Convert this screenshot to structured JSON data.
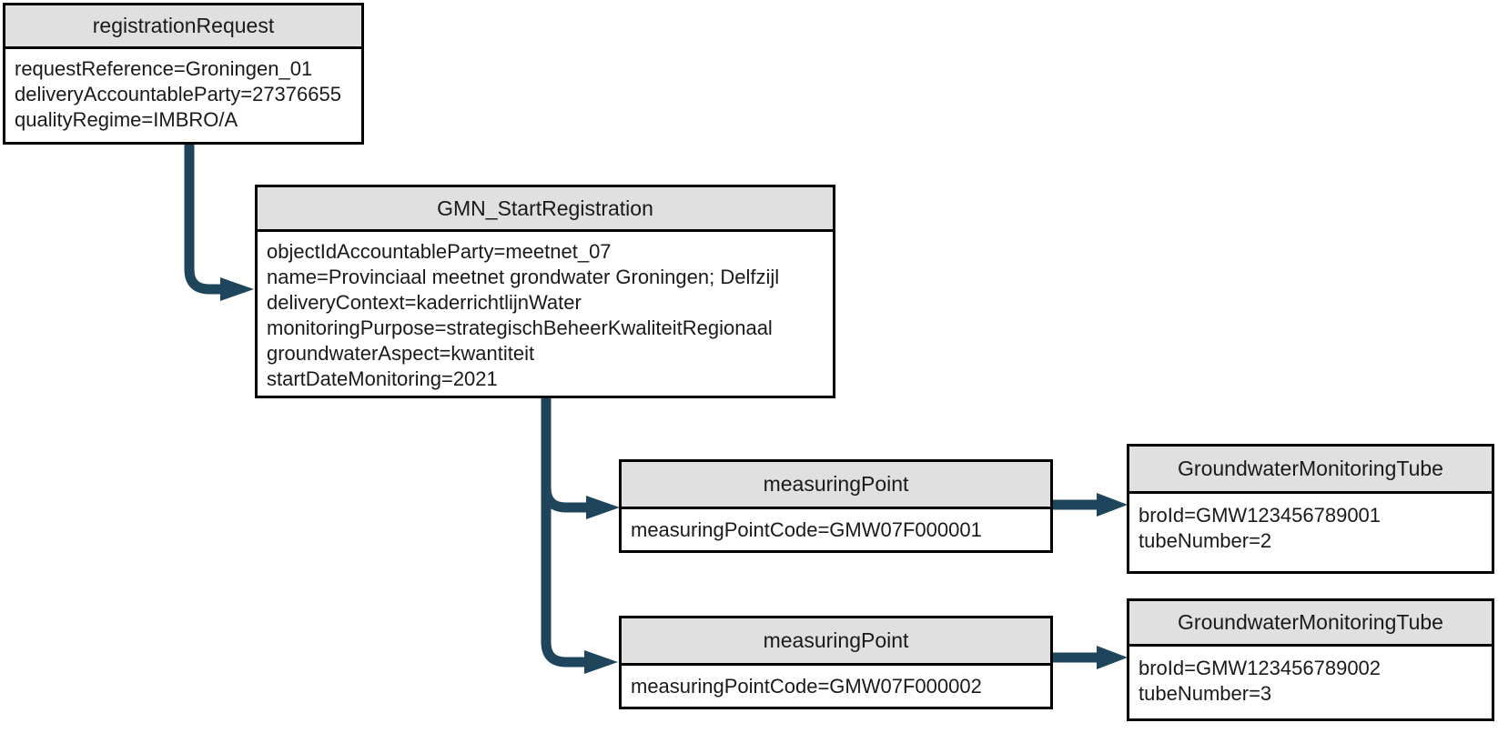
{
  "colors": {
    "arrow": "#1F455C",
    "node_border": "#000000",
    "header_fill": "#E0E0E0",
    "body_fill": "#FFFFFF",
    "text": "#1A1A1A"
  },
  "nodes": [
    {
      "title": "registrationRequest",
      "fields": [
        "requestReference=Groningen_01",
        "deliveryAccountableParty=27376655",
        "qualityRegime=IMBRO/A"
      ]
    },
    {
      "title": "GMN_StartRegistration",
      "fields": [
        "objectIdAccountableParty=meetnet_07",
        "name=Provinciaal meetnet grondwater Groningen; Delfzijl",
        "deliveryContext=kaderrichtlijnWater",
        "monitoringPurpose=strategischBeheerKwaliteitRegionaal",
        "groundwaterAspect=kwantiteit",
        "startDateMonitoring=2021"
      ]
    },
    {
      "title": "measuringPoint",
      "fields": [
        "measuringPointCode=GMW07F000001"
      ]
    },
    {
      "title": "GroundwaterMonitoringTube",
      "fields": [
        "broId=GMW123456789001",
        "tubeNumber=2"
      ]
    },
    {
      "title": "measuringPoint",
      "fields": [
        "measuringPointCode=GMW07F000002"
      ]
    },
    {
      "title": "GroundwaterMonitoringTube",
      "fields": [
        "broId=GMW123456789002",
        "tubeNumber=3"
      ]
    }
  ]
}
